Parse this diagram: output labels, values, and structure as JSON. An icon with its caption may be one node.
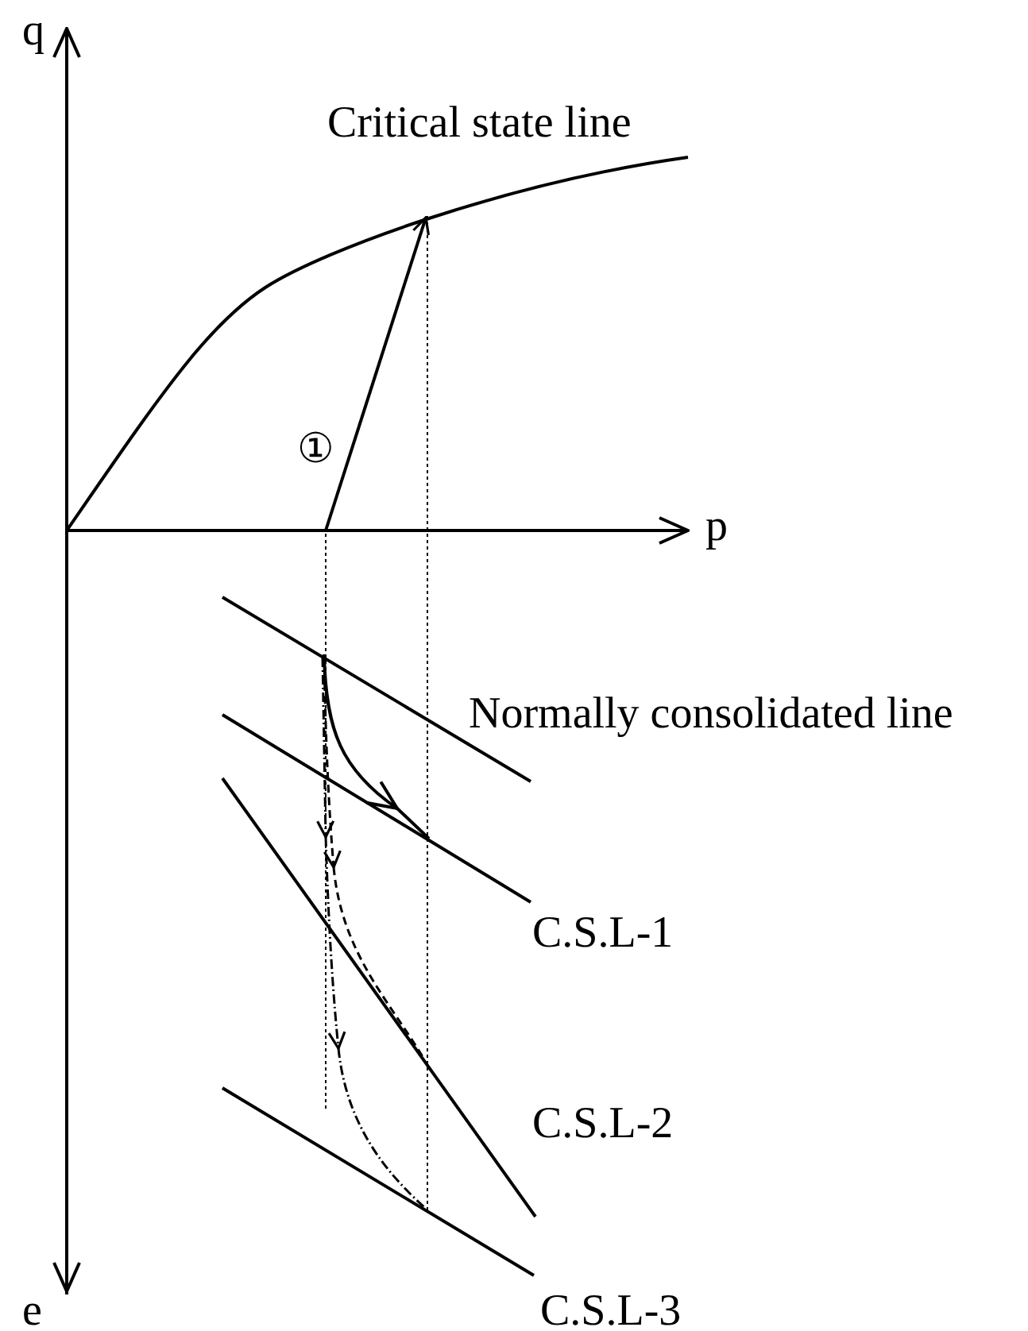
{
  "diagram": {
    "labels": [
      "q",
      "Critical state line",
      "①",
      "p",
      "Normally consolidated line",
      "C.S.L-1",
      "C.S.L-2",
      "C.S.L-3",
      "e"
    ]
  }
}
